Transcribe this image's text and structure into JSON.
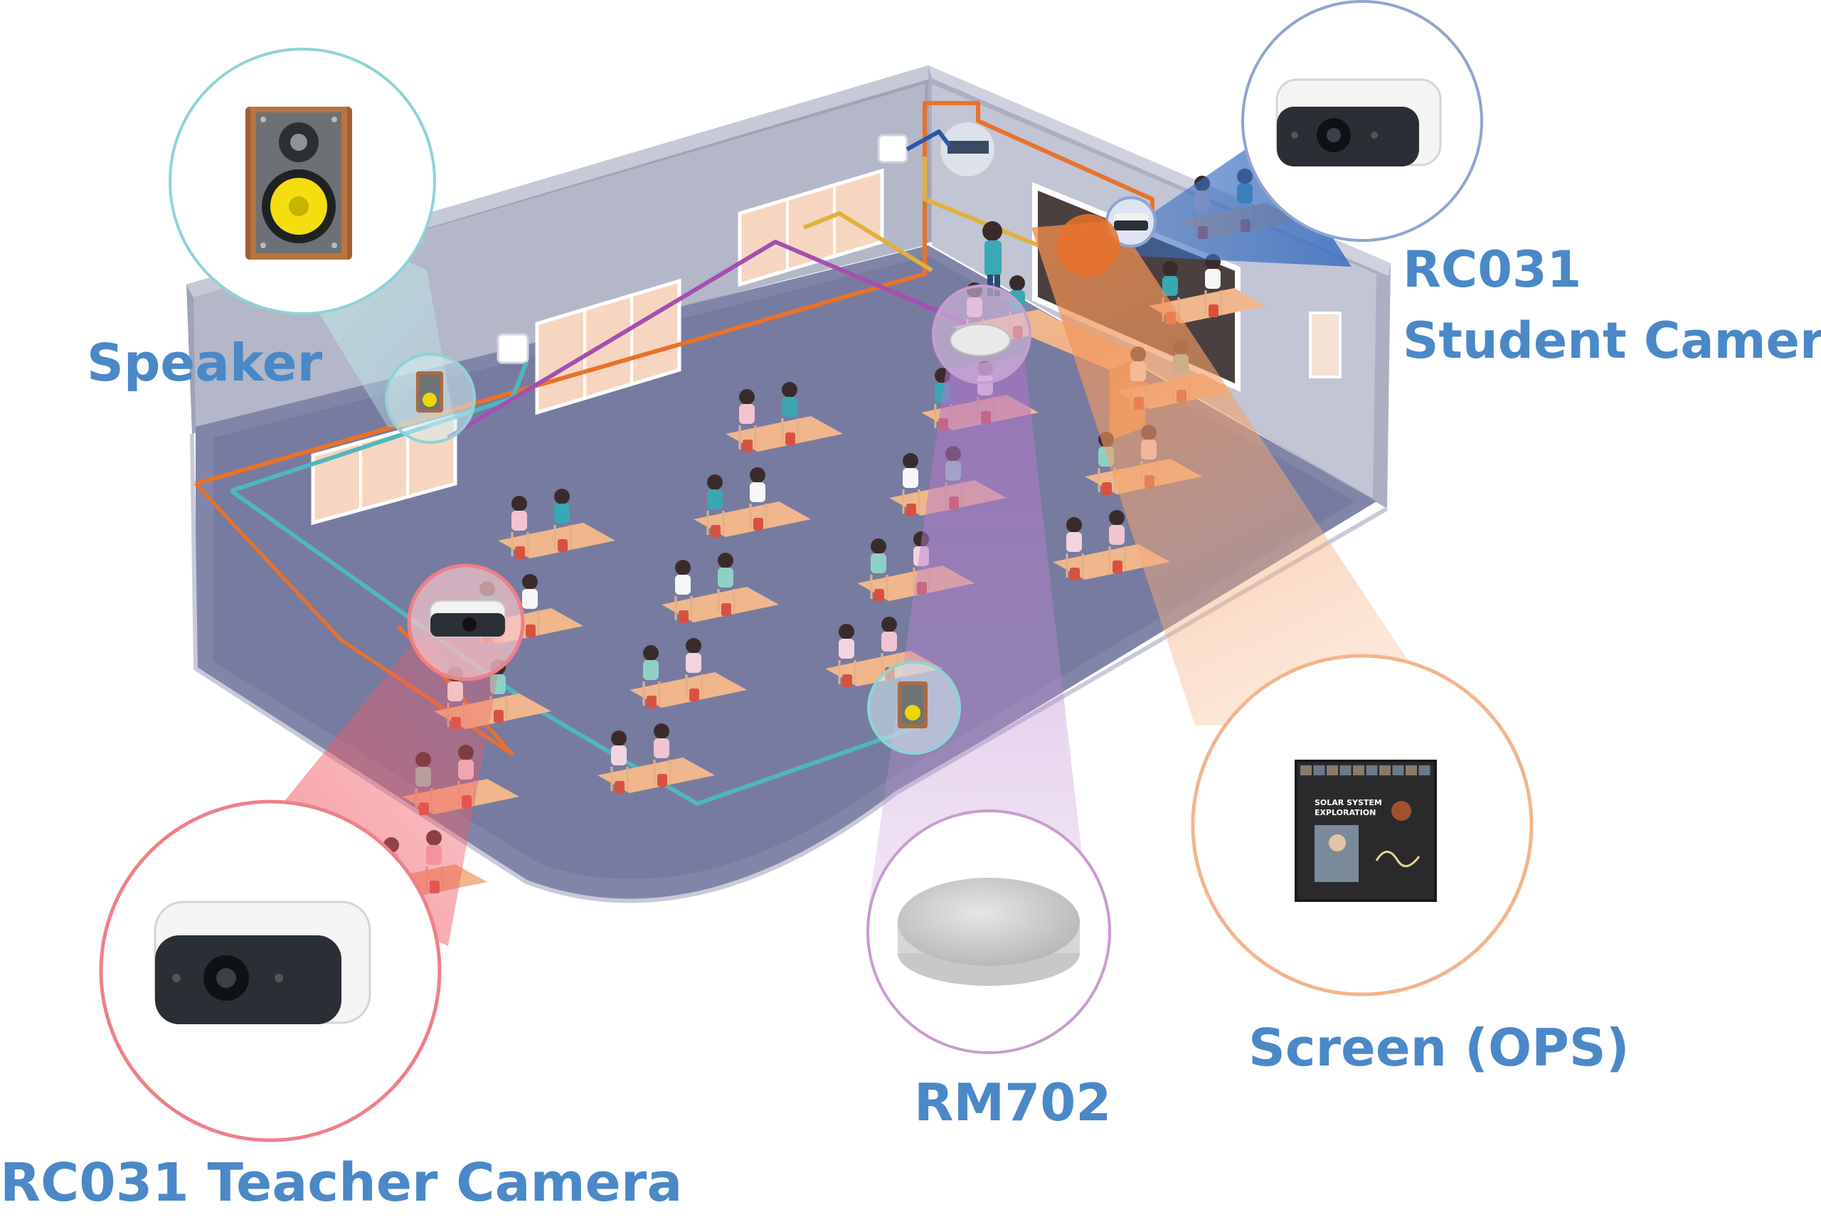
{
  "labels": {
    "speaker": "Speaker",
    "student_camera_line1": "RC031",
    "student_camera_line2": "Student Camera",
    "teacher_camera": "RC031 Teacher Camera",
    "microphone": "RM702",
    "screen": "Screen (OPS)"
  },
  "screen_content": {
    "title_line1": "SOLAR SYSTEM",
    "title_line2": "EXPLORATION"
  },
  "colors": {
    "label": "#4a88c8",
    "speaker_ring": "#8ed3d6",
    "student_camera_ring": "#8fa4d0",
    "teacher_camera_ring": "#ef7f88",
    "microphone_ring": "#c89ccf",
    "screen_ring": "#f4b48c",
    "cable_orange": "#e8722a",
    "cable_teal": "#4fb7bd",
    "cable_purple": "#a44fb0",
    "cable_yellow": "#e0b13a",
    "cable_blue": "#2b55a8"
  }
}
